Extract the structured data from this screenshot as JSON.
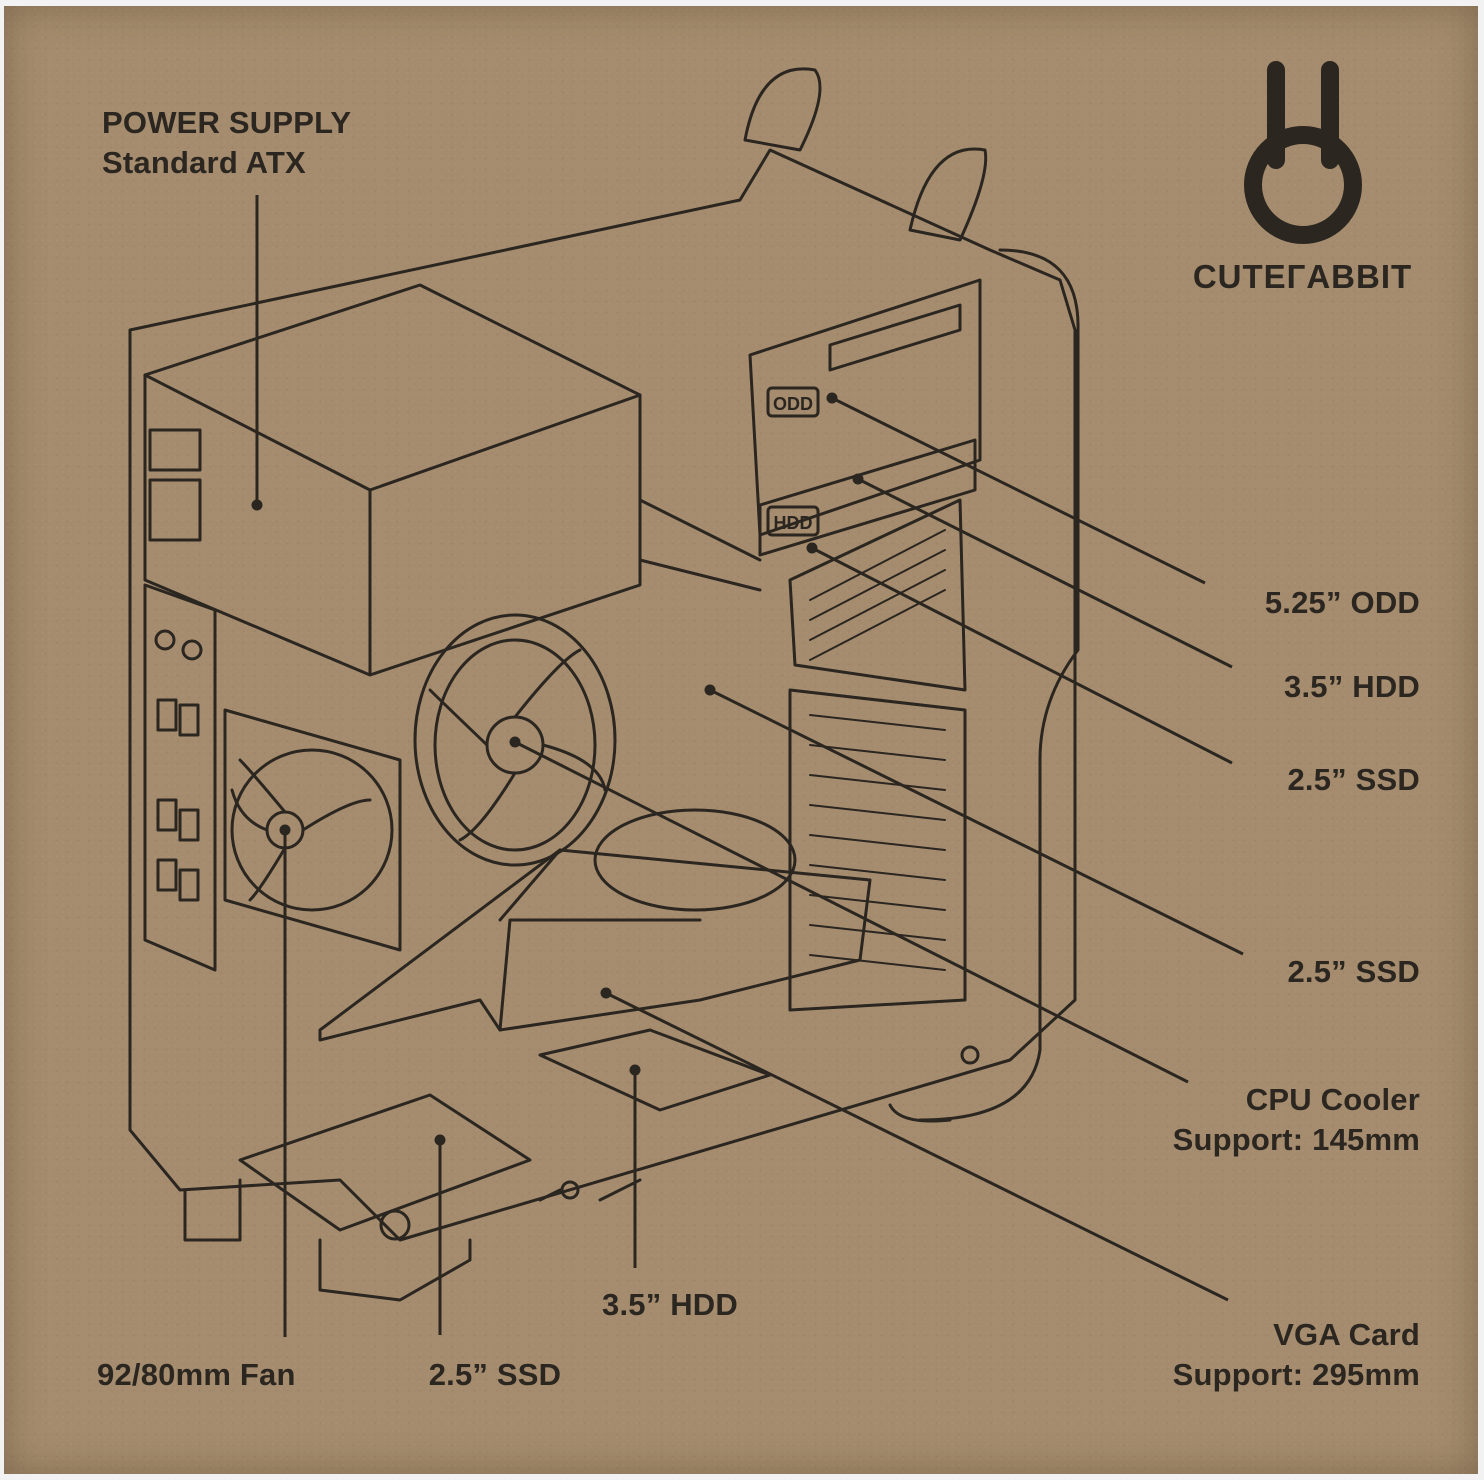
{
  "brand": {
    "name": "CUTEГABBIT",
    "logo_icon": "rabbit-logo-icon",
    "ink_color": "#2b2620",
    "cardboard_color": "#a58c6e"
  },
  "labels": {
    "power_supply_title": "POWER SUPPLY",
    "power_supply_sub": "Standard ATX",
    "odd": "5.25” ODD",
    "hdd_top": "3.5” HDD",
    "ssd_top": "2.5” SSD",
    "ssd_mid": "2.5” SSD",
    "cpu_cooler_title": "CPU Cooler",
    "cpu_cooler_sub": "Support: 145mm",
    "vga_title": "VGA Card",
    "vga_sub": "Support: 295mm",
    "hdd_bottom": "3.5” HDD",
    "ssd_bottom": "2.5” SSD",
    "fan": "92/80mm Fan"
  },
  "case_markings": {
    "odd": "ODD",
    "hdd": "HDD"
  }
}
